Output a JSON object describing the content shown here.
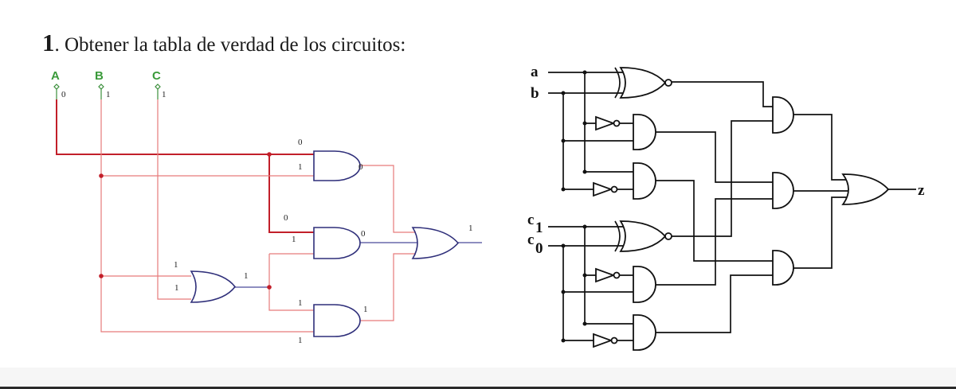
{
  "title": {
    "number": "1",
    "text": ". Obtener la tabla de verdad de los circuitos:"
  },
  "left_circuit": {
    "inputs": [
      {
        "label": "A",
        "value": "0"
      },
      {
        "label": "B",
        "value": "1"
      },
      {
        "label": "C",
        "value": "1"
      }
    ],
    "and_top": {
      "in1": "0",
      "in2": "1",
      "out": "0"
    },
    "and_mid": {
      "in1": "0",
      "in2": "1",
      "out": "0"
    },
    "and_bot": {
      "in1": "1",
      "in2": "1",
      "out": "1"
    },
    "or_small": {
      "in1": "1",
      "in2": "1",
      "out": "1"
    },
    "or_out": {
      "out": "1"
    },
    "colors": {
      "active_wire": "#c21f2a",
      "wire": "#e77a7a",
      "gate": "#2f2f7a",
      "input": "#3b8f3b"
    }
  },
  "right_circuit": {
    "inputs": {
      "a": "a",
      "b": "b",
      "c1": "c",
      "c1_sub": "1",
      "c0": "c",
      "c0_sub": "0"
    },
    "output": "z"
  }
}
